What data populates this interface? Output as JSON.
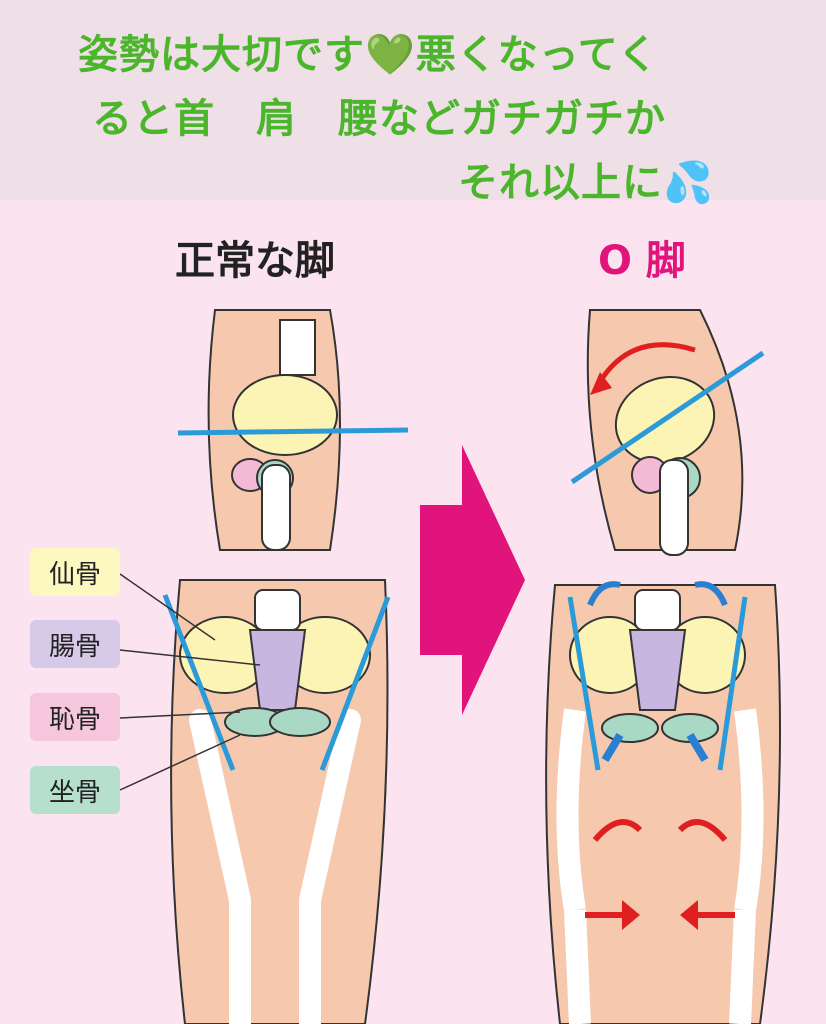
{
  "caption": {
    "line1": "姿勢は大切です💚悪くなってく",
    "line2": "ると首　肩　腰などガチガチか",
    "line3": "それ以上に💦"
  },
  "titles": {
    "normal": "正常な脚",
    "o_legs": "O 脚"
  },
  "labels": {
    "sacrum": "仙骨",
    "ilium": "腸骨",
    "pubis": "恥骨",
    "ischium": "坐骨"
  },
  "colors": {
    "caption": "#4bb52c",
    "arrow": "#e0147a",
    "o_title": "#e0147a",
    "line": "#2a9ad8",
    "red_arrow": "#e02020"
  }
}
